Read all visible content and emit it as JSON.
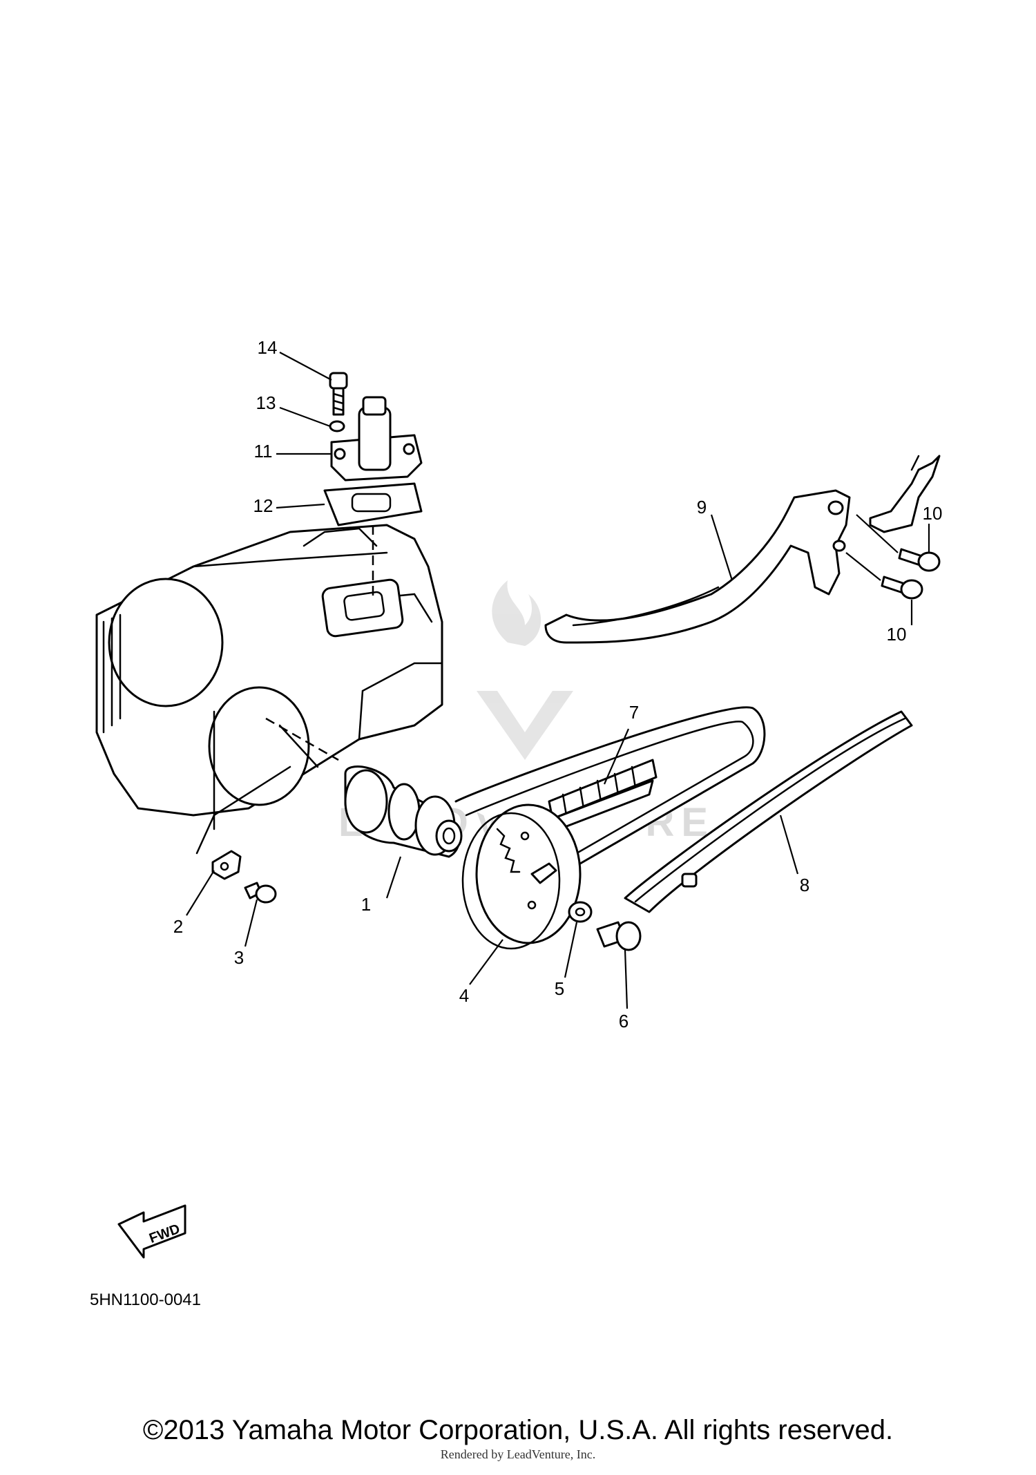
{
  "callouts": {
    "c1": "1",
    "c2": "2",
    "c3": "3",
    "c4": "4",
    "c5": "5",
    "c6": "6",
    "c7": "7",
    "c8": "8",
    "c9": "9",
    "c10a": "10",
    "c10b": "10",
    "c11": "11",
    "c12": "12",
    "c13": "13",
    "c14": "14"
  },
  "fwd_label": "FWD",
  "watermark": "LEADVENTURE",
  "catalog_code": "5HN1100-0041",
  "copyright": "©2013 Yamaha Motor Corporation, U.S.A. All rights reserved.",
  "rendered_by": "Rendered by LeadVenture, Inc."
}
